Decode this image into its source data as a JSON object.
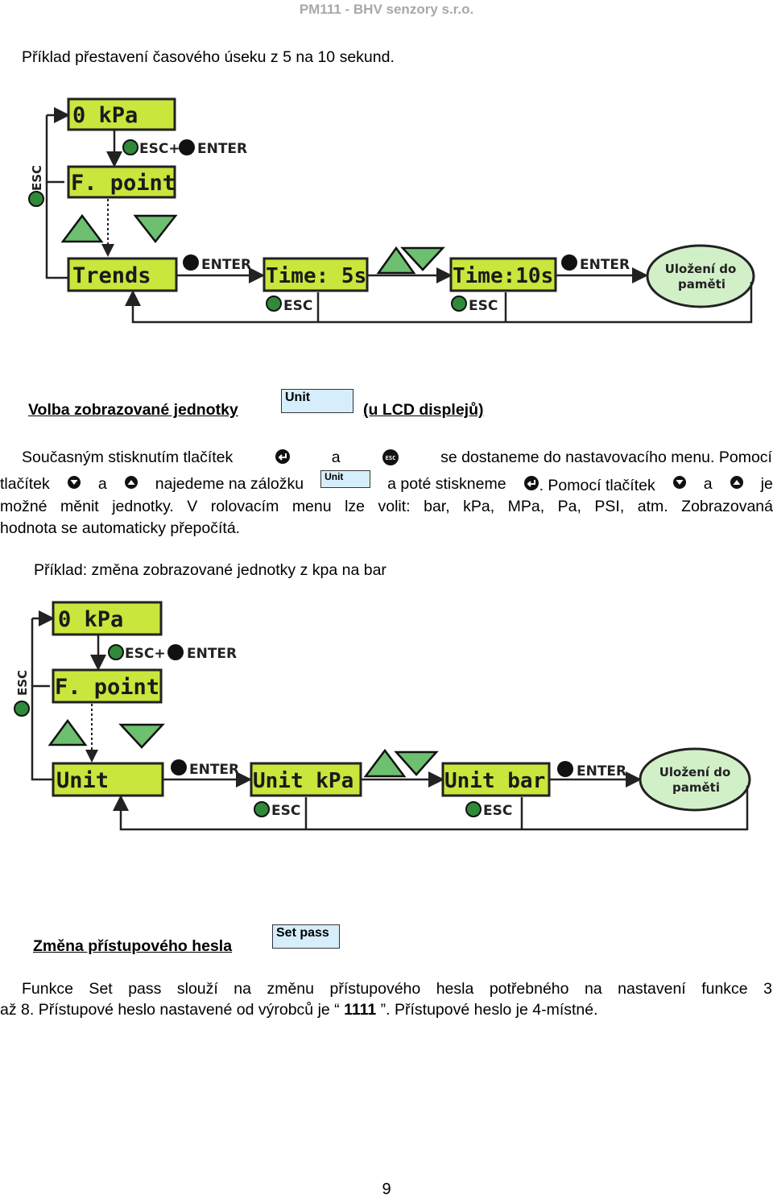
{
  "header": "PM111 - BHV senzory s.r.o.",
  "example1": {
    "caption": "Příklad přestavení časového úseku z 5 na 10 sekund.",
    "lcd_kpa": "0   kPa",
    "lcd_fpoint": "F. point",
    "lcd_trends": "Trends",
    "lcd_time5": "Time: 5s",
    "lcd_time10": "Time:10s",
    "esc_enter": "ESC+",
    "enter": "ENTER",
    "esc": "ESC",
    "save_line1": "Uložení do",
    "save_line2": "paměti"
  },
  "unit_section": {
    "heading": "Volba zobrazované jednotky",
    "box_label": "Unit",
    "heading_suffix": "(u LCD displejů)",
    "p1_l1_a": "Současným stisknutím tlačítek",
    "p1_l1_b": "a",
    "p1_l1_c": "se dostaneme do nastavovacího menu. Pomocí",
    "p1_l2_a": "tlačítek",
    "p1_l2_b": "a",
    "p1_l2_c": "najedeme na záložku",
    "p1_l2_box": "Unit",
    "p1_l2_d": "a poté stiskneme",
    "p1_l2_e": ". Pomocí tlačítek",
    "p1_l2_f": "a",
    "p1_l2_g": "je",
    "p1_l3": "možné měnit jednotky. V rolovacím menu lze volit: bar, kPa, MPa, Pa, PSI, atm. Zobrazovaná",
    "p1_l4": "hodnota se automaticky přepočítá.",
    "example_caption": "Příklad: změna zobrazované jednotky z kpa na bar"
  },
  "example2": {
    "lcd_kpa": "0   kPa",
    "lcd_fpoint": "F. point",
    "lcd_unit": "Unit",
    "lcd_unit_kpa": "Unit kPa",
    "lcd_unit_bar": "Unit bar",
    "esc_enter": "ESC+",
    "enter": "ENTER",
    "esc": "ESC",
    "save_line1": "Uložení do",
    "save_line2": "paměti"
  },
  "pass_section": {
    "heading": "Změna přístupového hesla",
    "box_label": "Set pass",
    "p_l1": "Funkce Set pass slouží na změnu přístupového hesla potřebného na nastavení funkce 3",
    "p_l2_a": "až 8. Přístupové heslo nastavené od výrobců je “",
    "p_l2_code": " 1111 ",
    "p_l2_b": "”. Přístupové heslo je 4-místné."
  },
  "page_number": "9",
  "colors": {
    "lcd": "#c8e63c",
    "lcd_dark": "#b4d42a",
    "bubble": "#d2f0c8",
    "triangle": "#6cc070",
    "button": "#2f8a3a"
  }
}
